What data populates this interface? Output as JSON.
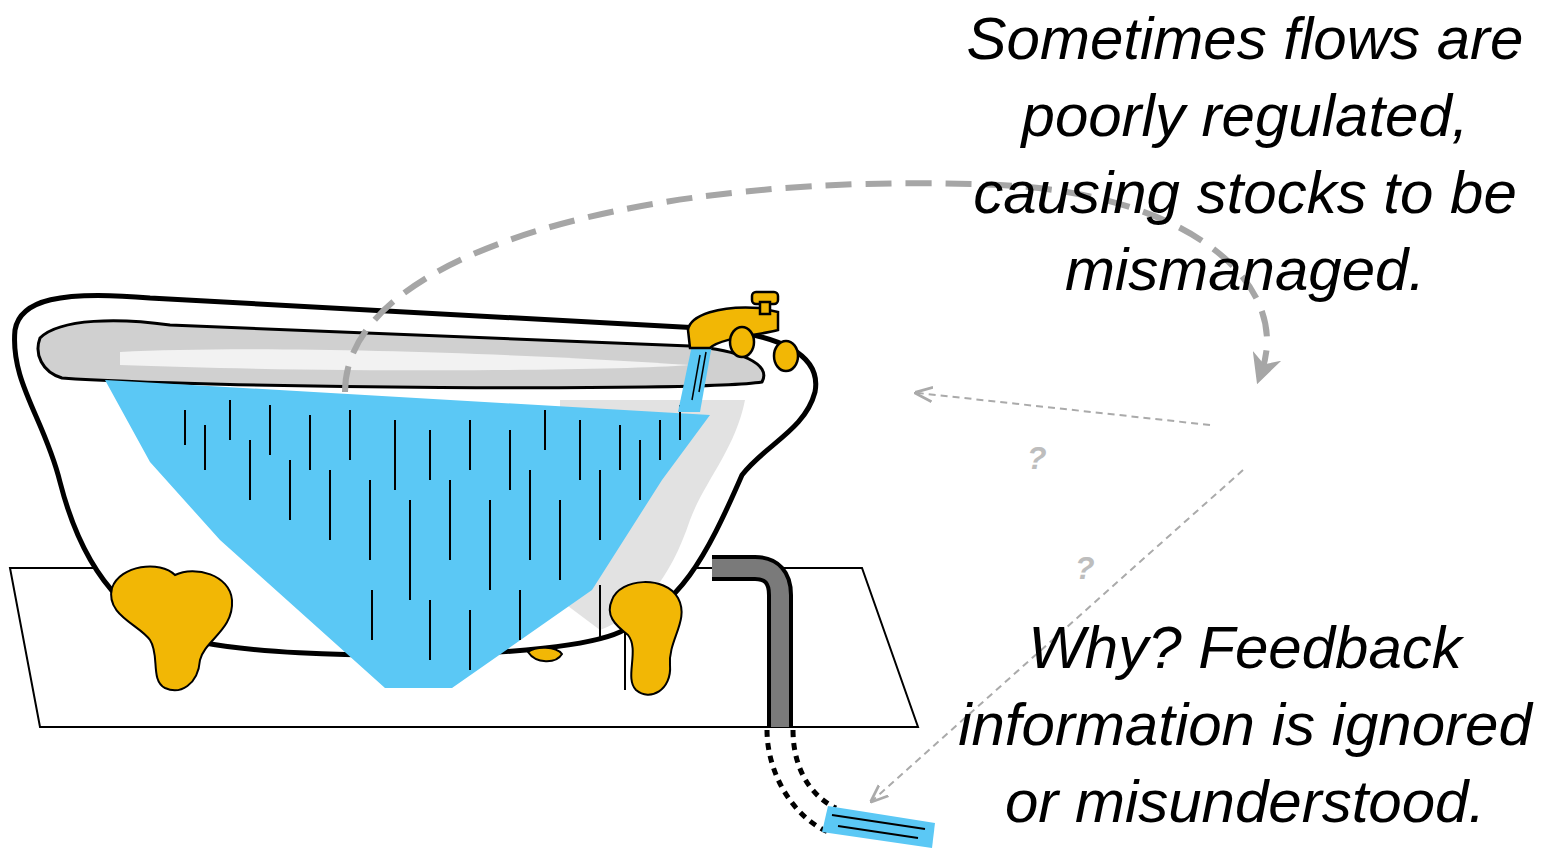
{
  "diagram": {
    "labels": [
      "Sometimes flows are poorly regulated, causing stocks to be mismanaged.",
      "Why? Feedback information is ignored or misunderstood.",
      "?",
      "?"
    ]
  }
}
